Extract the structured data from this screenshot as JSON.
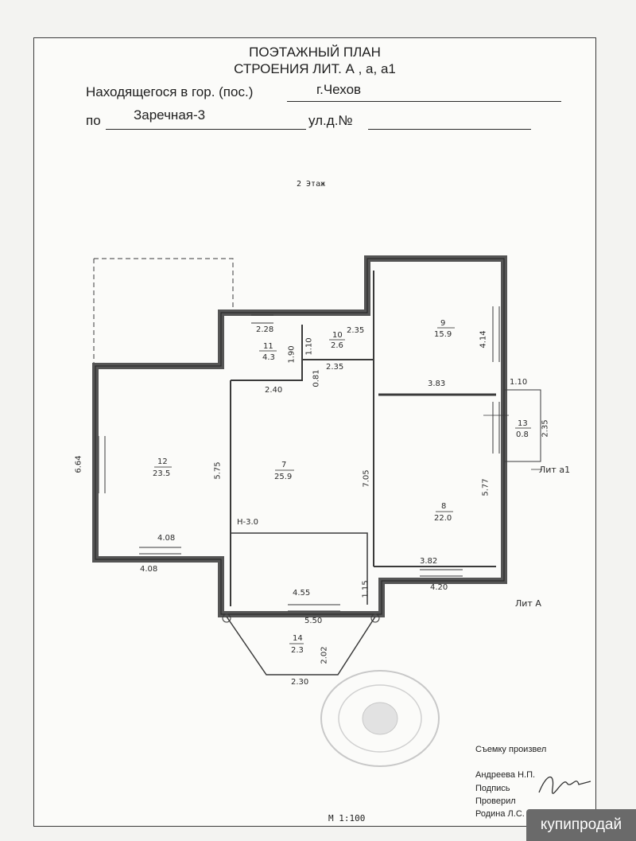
{
  "header": {
    "title_line1": "ПОЭТАЖНЫЙ ПЛАН",
    "title_line2": "СТРОЕНИЯ ЛИТ. А , а, а1",
    "location_label": "Находящегося в гор. (пос.)",
    "location_value": "г.Чехов",
    "street_prefix": "по",
    "street_value": "Заречная-3",
    "street_suffix": "ул.д.№"
  },
  "floor_label": "2 Этаж",
  "rooms": [
    {
      "num": "7",
      "area": "25.9"
    },
    {
      "num": "8",
      "area": "22.0"
    },
    {
      "num": "9",
      "area": "15.9"
    },
    {
      "num": "10",
      "area": "2.6"
    },
    {
      "num": "11",
      "area": "4.3"
    },
    {
      "num": "12",
      "area": "23.5"
    },
    {
      "num": "13",
      "area": "0.8"
    },
    {
      "num": "14",
      "area": "2.3"
    }
  ],
  "dimensions": {
    "d228": "2.28",
    "d235a": "2.35",
    "d110a": "1.10",
    "d190": "1.90",
    "d081": "0.81",
    "d235b": "2.35",
    "d240": "2.40",
    "d383a": "3.83",
    "d414": "4.14",
    "d110b": "1.10",
    "d235c": "2.35",
    "d664": "6.64",
    "d575": "5.75",
    "d705": "7.05",
    "d577": "5.77",
    "d408a": "4.08",
    "d408b": "4.08",
    "d382": "3.82",
    "d420": "4.20",
    "d455": "4.55",
    "d115": "1.15",
    "d550": "5.50",
    "d202": "2.02",
    "d230": "2.30",
    "height": "Н-3.0"
  },
  "lit_labels": {
    "a1": "Лит а1",
    "a": "Лит А"
  },
  "signature": {
    "surveyed": "Съемку произвел",
    "surveyor": "Андреева Н.П.",
    "sign_label": "Подпись",
    "checked": "Проверил",
    "checker": "Родина Л.С."
  },
  "scale": "М 1:100",
  "watermark": "купипродай"
}
